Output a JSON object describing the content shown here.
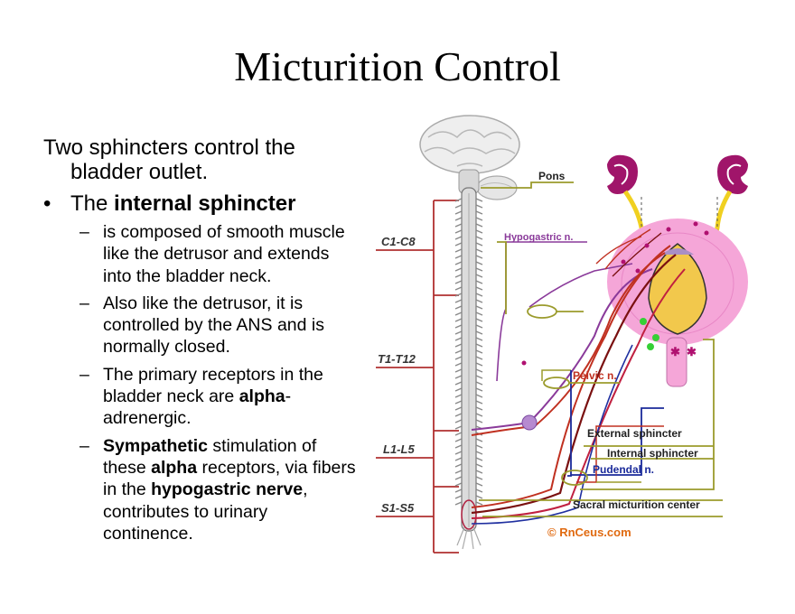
{
  "title": "Micturition Control",
  "intro": "Two sphincters control the bladder outlet.",
  "bullet_marker": "•",
  "dash_marker": "–",
  "bullet1": {
    "before": "The ",
    "bold": "internal sphincter"
  },
  "sub1": "is composed of smooth muscle like the detrusor and extends into the bladder neck.",
  "sub2": "Also like the detrusor, it is controlled by the ANS and is normally closed.",
  "sub3": {
    "before": "The primary receptors in the bladder neck are ",
    "bold": "alpha",
    "after": "-adrenergic."
  },
  "sub4": {
    "b1": "Sympathetic",
    "t1": " stimulation of these ",
    "b2": "alpha",
    "t2": " receptors, via fibers in the ",
    "b3": "hypogastric nerve",
    "t3": ", contributes to urinary continence."
  },
  "diagram": {
    "levels": [
      "C1-C8",
      "T1-T12",
      "L1-L5",
      "S1-S5"
    ],
    "labels": {
      "pons": "Pons",
      "hypogastric": "Hypogastric n.",
      "pelvic": "Pelvic n.",
      "external": "External sphincter",
      "internal": "Internal sphincter",
      "pudendal": "Pudendal n.",
      "sacral": "Sacral micturition center",
      "copyright": "© RnCeus.com"
    },
    "colors": {
      "olive": "#9b9b2c",
      "level_line": "#b03030",
      "hypogastric_text": "#8a3a9a",
      "pelvic_text": "#c03020",
      "pudendal_text": "#1a2a9a",
      "copyright_text": "#e06a10",
      "bladder_pink": "#f5a6d8",
      "kidney": "#a0156a"
    }
  }
}
